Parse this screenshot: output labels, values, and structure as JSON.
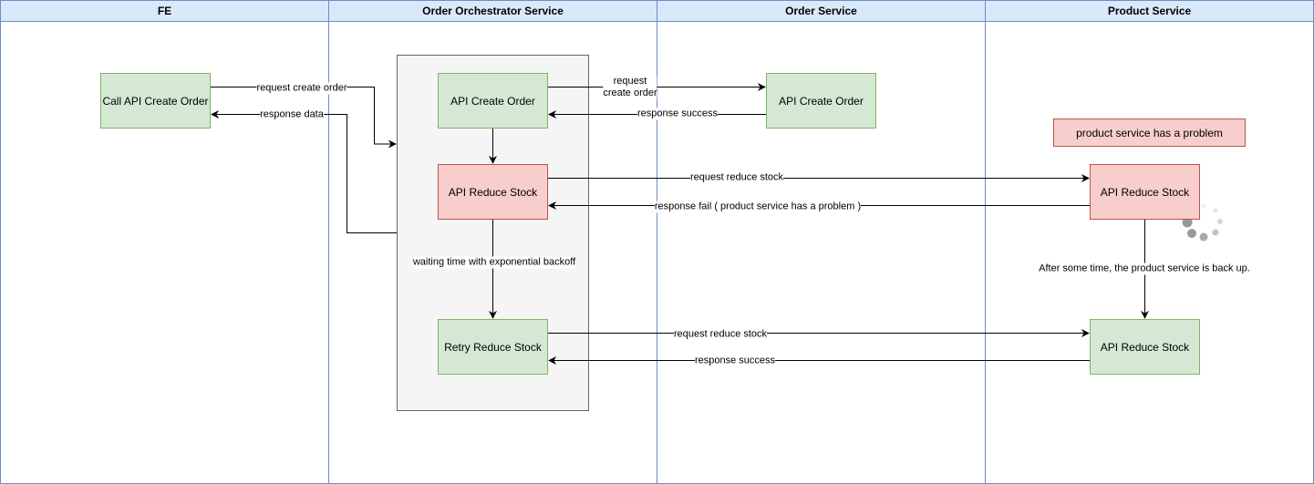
{
  "lanes": [
    "FE",
    "Order Orchestrator Service",
    "Order Service",
    "Product Service"
  ],
  "nodes": {
    "fe_call": "Call API Create Order",
    "orch_create": "API Create Order",
    "orch_reduce": "API Reduce Stock",
    "orch_retry": "Retry Reduce Stock",
    "order_create": "API Create Order",
    "prod_reduce_fail": "API Reduce Stock",
    "prod_reduce_ok": "API Reduce Stock",
    "problem_note": "product service has a problem"
  },
  "edges": {
    "fe_request": "request create order",
    "fe_response": "response data",
    "order_request_line1": "request",
    "order_request_line2": "create order",
    "order_response": "response success",
    "prod_request_1": "request reduce stock",
    "prod_response_fail": "response fail ( product service has a problem )",
    "backoff": "waiting time with exponential backoff",
    "recovery": "After some time, the product service is back up.",
    "prod_request_2": "request reduce stock",
    "prod_response_ok": "response success"
  },
  "colors": {
    "success_fill": "#d5e8d4",
    "success_stroke": "#82b366",
    "failure_fill": "#f8cecc",
    "failure_stroke": "#b85450",
    "lane_header": "#dae8fc",
    "lane_border": "#6c8ebf"
  },
  "icons": [
    "loading-spinner-icon"
  ]
}
